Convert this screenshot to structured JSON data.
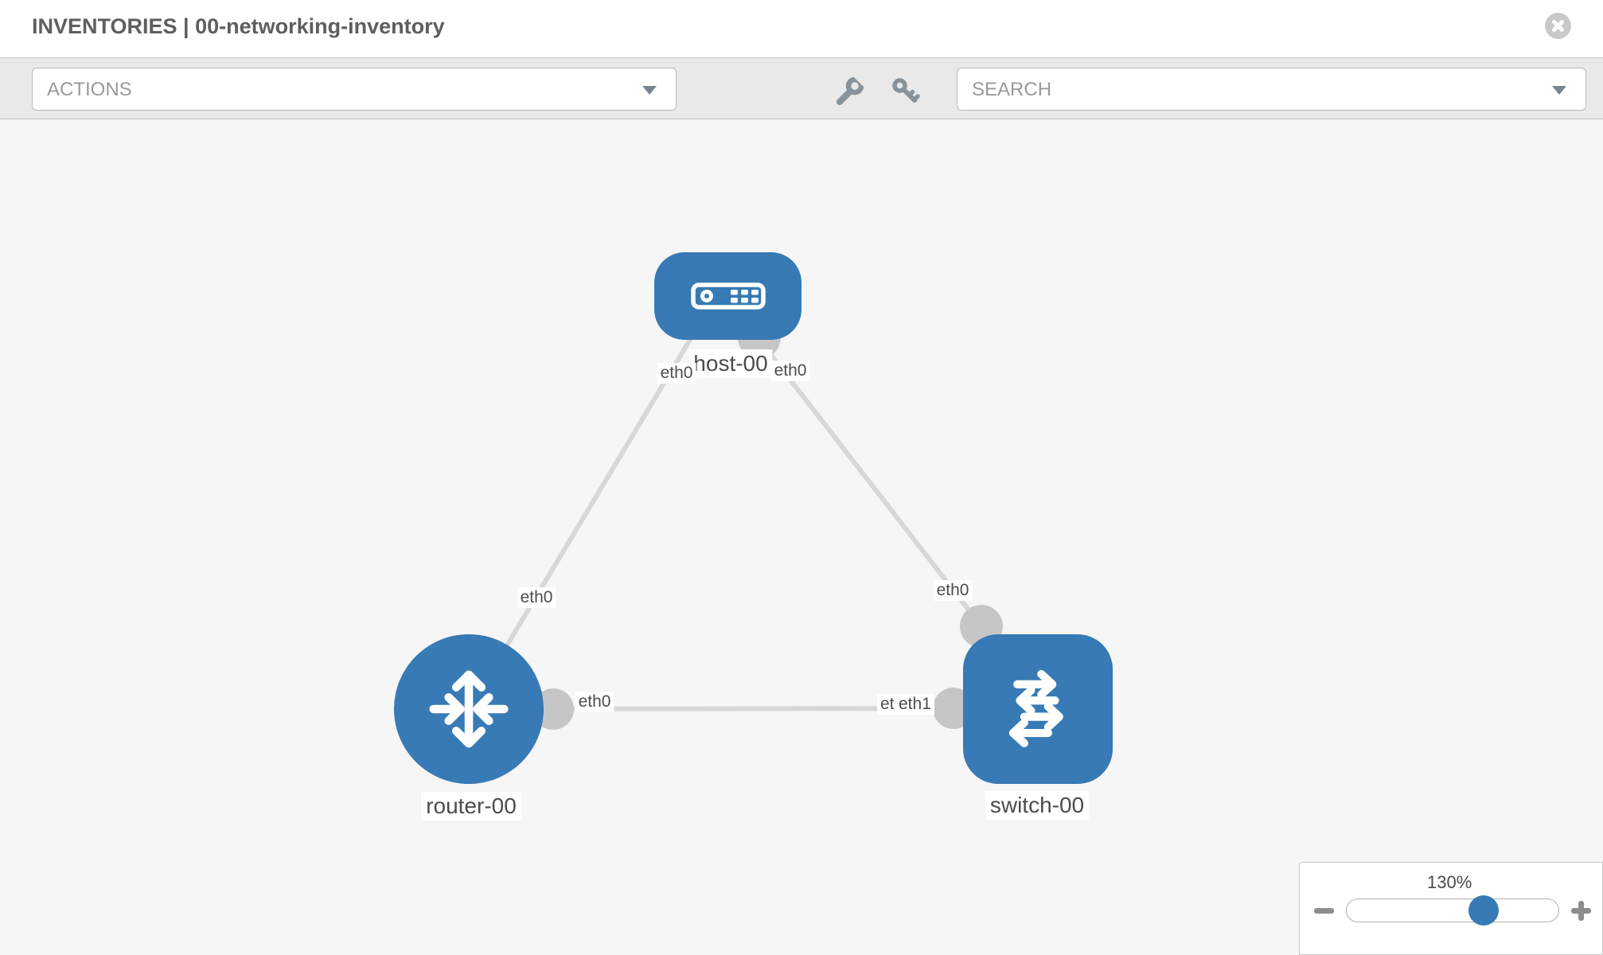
{
  "header": {
    "title": "INVENTORIES | 00-networking-inventory",
    "close_icon": "circle-x"
  },
  "toolbar": {
    "actions_label": "ACTIONS",
    "search_placeholder": "SEARCH",
    "icons": [
      "wrench",
      "key"
    ]
  },
  "topology": {
    "nodes": [
      {
        "id": "host-00",
        "type": "host",
        "label": "host-00"
      },
      {
        "id": "router-00",
        "type": "router",
        "label": "router-00"
      },
      {
        "id": "switch-00",
        "type": "switch",
        "label": "switch-00"
      }
    ],
    "links": [
      {
        "from": "host-00",
        "from_interface": "eth0",
        "to": "router-00",
        "to_interface": "eth0"
      },
      {
        "from": "host-00",
        "from_interface": "eth0",
        "to": "switch-00",
        "to_interface": "eth0"
      },
      {
        "from": "router-00",
        "from_interface": "eth0",
        "to": "switch-00",
        "to_interface": "eth1"
      }
    ],
    "interface_labels": {
      "host_left": "eth0",
      "host_right": "eth0",
      "router_top": "eth0",
      "switch_top": "eth0",
      "router_mid": "eth0",
      "switch_mid_under": "eth0",
      "switch_mid_over": "eth1"
    },
    "colors": {
      "node_blue": "#377ab5",
      "interface_dot": "#c6c6c6",
      "link": "#d7d7d7",
      "canvas_bg": "#f6f6f6"
    }
  },
  "zoom_control": {
    "level": "130%",
    "icons": [
      "minus",
      "plus"
    ]
  }
}
